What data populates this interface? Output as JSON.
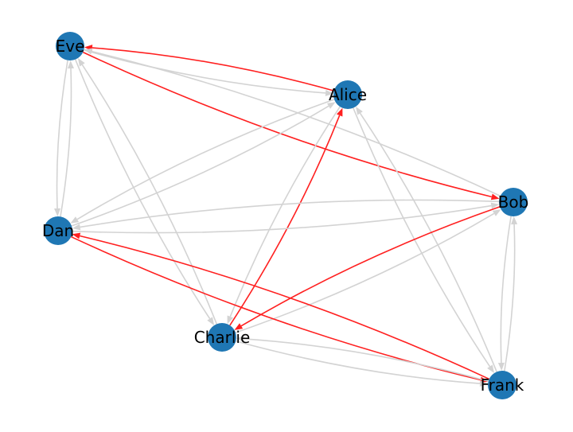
{
  "graph": {
    "nodes": [
      "Eve",
      "Alice",
      "Bob",
      "Dan",
      "Charlie",
      "Frank"
    ],
    "node_color": "#1f77b4",
    "edge_color": "#d3d3d3",
    "highlight_color": "#ff2020",
    "edges": [
      {
        "from": "Alice",
        "to": "Eve",
        "highlight": true
      },
      {
        "from": "Eve",
        "to": "Alice",
        "highlight": false
      },
      {
        "from": "Eve",
        "to": "Bob",
        "highlight": true
      },
      {
        "from": "Bob",
        "to": "Eve",
        "highlight": false
      },
      {
        "from": "Eve",
        "to": "Dan",
        "highlight": false
      },
      {
        "from": "Dan",
        "to": "Eve",
        "highlight": false
      },
      {
        "from": "Eve",
        "to": "Charlie",
        "highlight": false
      },
      {
        "from": "Charlie",
        "to": "Eve",
        "highlight": false
      },
      {
        "from": "Alice",
        "to": "Dan",
        "highlight": false
      },
      {
        "from": "Dan",
        "to": "Alice",
        "highlight": false
      },
      {
        "from": "Charlie",
        "to": "Alice",
        "highlight": true
      },
      {
        "from": "Alice",
        "to": "Charlie",
        "highlight": false
      },
      {
        "from": "Alice",
        "to": "Frank",
        "highlight": false
      },
      {
        "from": "Frank",
        "to": "Alice",
        "highlight": false
      },
      {
        "from": "Bob",
        "to": "Dan",
        "highlight": false
      },
      {
        "from": "Dan",
        "to": "Bob",
        "highlight": false
      },
      {
        "from": "Bob",
        "to": "Charlie",
        "highlight": true
      },
      {
        "from": "Charlie",
        "to": "Bob",
        "highlight": false
      },
      {
        "from": "Bob",
        "to": "Frank",
        "highlight": false
      },
      {
        "from": "Frank",
        "to": "Bob",
        "highlight": false
      },
      {
        "from": "Frank",
        "to": "Dan",
        "highlight": true
      },
      {
        "from": "Dan",
        "to": "Frank",
        "highlight": true
      },
      {
        "from": "Charlie",
        "to": "Frank",
        "highlight": false
      },
      {
        "from": "Frank",
        "to": "Charlie",
        "highlight": false
      }
    ]
  }
}
